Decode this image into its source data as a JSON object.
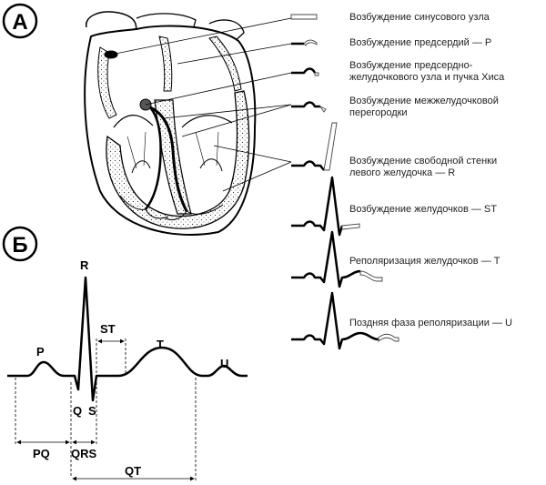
{
  "panel_a_label": "А",
  "panel_b_label": "Б",
  "stages": [
    {
      "lines": [
        "Возбуждение синусового узла"
      ]
    },
    {
      "lines": [
        "Возбуждение предсердий — P"
      ]
    },
    {
      "lines": [
        "Возбуждение предсердно-",
        "желудочкового  узла и пучка Хиса"
      ]
    },
    {
      "lines": [
        "Возбуждение межжелудочковой",
        "перегородки"
      ]
    },
    {
      "lines": [
        "Возбуждение свободной стенки",
        "левого желудочка — R"
      ]
    },
    {
      "lines": [
        "Возбуждение желудочков — ST"
      ]
    },
    {
      "lines": [
        "Реполяризация желудочков — T"
      ]
    },
    {
      "lines": [
        "Поздняя фаза реполяризации — U"
      ]
    }
  ],
  "ecg": {
    "waves": {
      "P": "P",
      "Q": "Q",
      "R": "R",
      "S": "S",
      "T": "T",
      "U": "U"
    },
    "intervals": {
      "ST": "ST",
      "PQ": "PQ",
      "QRS": "QRS",
      "QT": "QT"
    }
  }
}
